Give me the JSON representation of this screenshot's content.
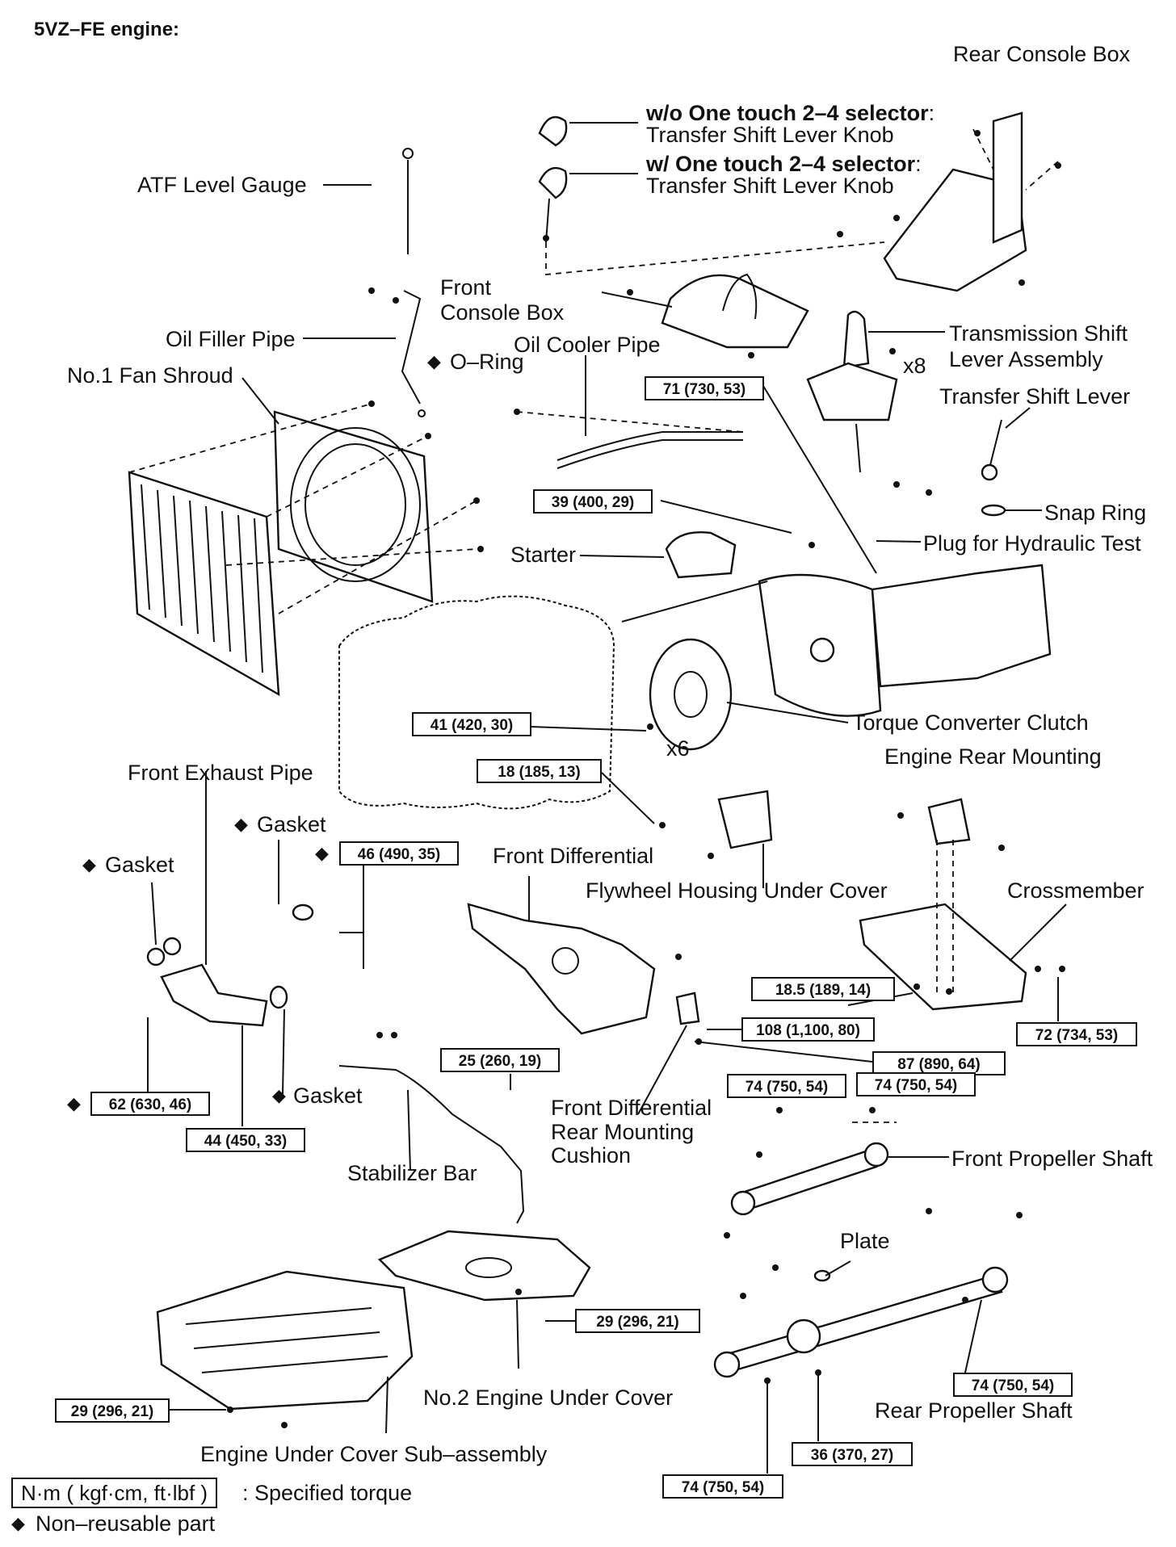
{
  "title": "5VZ–FE engine:",
  "labels": {
    "rear_console_box": "Rear Console Box",
    "wo_selector_bold": "w/o One touch 2–4 selector",
    "w_selector_bold": "w/ One touch 2–4 selector",
    "colon": ":",
    "transfer_knob_1": "Transfer Shift Lever Knob",
    "transfer_knob_2": "Transfer Shift Lever Knob",
    "atf_level_gauge": "ATF Level Gauge",
    "front": "Front",
    "console_box": "Console Box",
    "oil_filler_pipe": "Oil Filler Pipe",
    "oil_cooler_pipe": "Oil Cooler Pipe",
    "o_ring": "O–Ring",
    "no1_fan_shroud": "No.1 Fan Shroud",
    "transmission_shift": "Transmission Shift",
    "lever_assembly": "Lever Assembly",
    "x8": "x8",
    "transfer_shift_lever": "Transfer Shift Lever",
    "snap_ring": "Snap Ring",
    "plug_hydraulic": "Plug for Hydraulic Test",
    "starter": "Starter",
    "torque_converter": "Torque Converter Clutch",
    "x6": "x6",
    "engine_rear_mounting": "Engine Rear Mounting",
    "front_exhaust_pipe": "Front Exhaust Pipe",
    "gasket_1": "Gasket",
    "gasket_2": "Gasket",
    "gasket_3": "Gasket",
    "front_differential": "Front Differential",
    "flywheel_cover": "Flywheel Housing Under Cover",
    "crossmember": "Crossmember",
    "stabilizer_bar": "Stabilizer Bar",
    "fd_rear_1": "Front Differential",
    "fd_rear_2": "Rear Mounting",
    "fd_rear_3": "Cushion",
    "front_propeller": "Front Propeller Shaft",
    "plate": "Plate",
    "rear_propeller": "Rear Propeller Shaft",
    "no2_engine_under": "No.2 Engine Under Cover",
    "engine_under_sub": "Engine Under Cover Sub–assembly"
  },
  "torques": {
    "t71": "71 (730, 53)",
    "t39": "39 (400, 29)",
    "t41": "41 (420, 30)",
    "t18": "18 (185, 13)",
    "t46": "46 (490, 35)",
    "t62": "62 (630, 46)",
    "t44": "44 (450, 33)",
    "t25": "25 (260, 19)",
    "t185": "18.5 (189, 14)",
    "t108": "108 (1,100, 80)",
    "t72": "72 (734, 53)",
    "t87": "87 (890, 64)",
    "t74a": "74 (750, 54)",
    "t74b": "74 (750, 54)",
    "t74c": "74 (750, 54)",
    "t74d": "74 (750, 54)",
    "t36": "36 (370, 27)",
    "t29a": "29 (296, 21)",
    "t29b": "29 (296, 21)"
  },
  "legend": {
    "unit_box": "N·m ( kgf·cm, ft·lbf )",
    "unit_text": ": Specified torque",
    "non_reusable": "Non–reusable part"
  },
  "symbols": {
    "non_reusable_mark": "◆"
  }
}
